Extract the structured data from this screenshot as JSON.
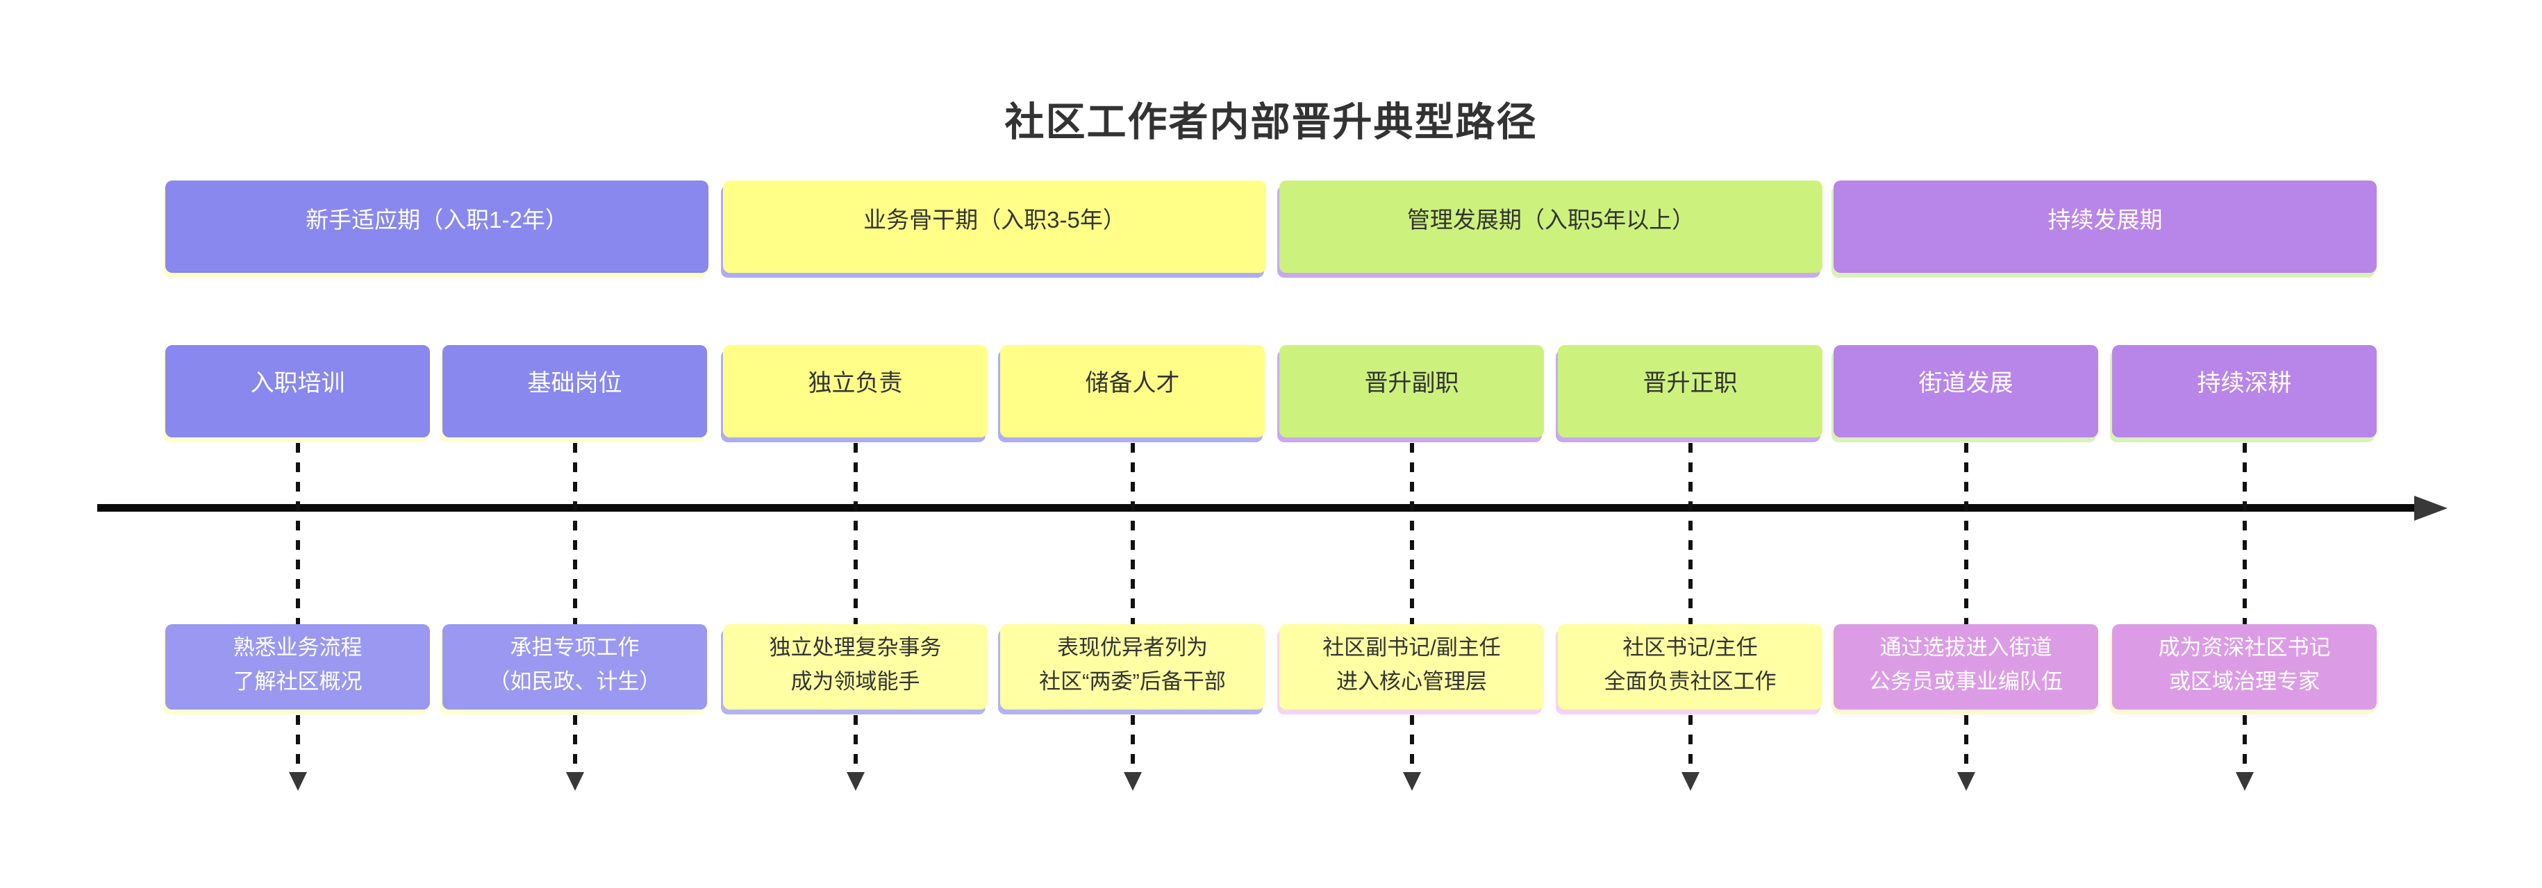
{
  "title": "社区工作者内部晋升典型路径",
  "phases": [
    {
      "label": "新手适应期（入职1-2年）",
      "fill": "#8888ee",
      "text": "#ffffff",
      "shadow": "#ffffcc"
    },
    {
      "label": "业务骨干期（入职3-5年）",
      "fill": "#ffff88",
      "text": "#333333",
      "shadow": "#aeadf2"
    },
    {
      "label": "管理发展期（入职5年以上）",
      "fill": "#cdf17d",
      "text": "#333333",
      "shadow": "#c9a9ee"
    },
    {
      "label": "持续发展期",
      "fill": "#b885e9",
      "text": "#ffffff",
      "shadow": "#d9f2b9"
    }
  ],
  "stages": [
    {
      "label": "入职培训",
      "fill": "#8888ee",
      "text": "#ffffff",
      "shadow": "#ffffcc"
    },
    {
      "label": "基础岗位",
      "fill": "#8888ee",
      "text": "#ffffff",
      "shadow": "#ffffcc"
    },
    {
      "label": "独立负责",
      "fill": "#ffff88",
      "text": "#333333",
      "shadow": "#aeadf2"
    },
    {
      "label": "储备人才",
      "fill": "#ffff88",
      "text": "#333333",
      "shadow": "#aeadf2"
    },
    {
      "label": "晋升副职",
      "fill": "#cdf17d",
      "text": "#333333",
      "shadow": "#c9a9ee"
    },
    {
      "label": "晋升正职",
      "fill": "#cdf17d",
      "text": "#333333",
      "shadow": "#c9a9ee"
    },
    {
      "label": "街道发展",
      "fill": "#b885e9",
      "text": "#ffffff",
      "shadow": "#d9f2b9"
    },
    {
      "label": "持续深耕",
      "fill": "#b885e9",
      "text": "#ffffff",
      "shadow": "#d9f2b9"
    }
  ],
  "descriptions": [
    {
      "line1": "熟悉业务流程",
      "line2": "了解社区概况",
      "fill": "#9a98f0",
      "text": "#ffffff",
      "shadow": "#ffffcc"
    },
    {
      "line1": "承担专项工作",
      "line2": "（如民政、计生）",
      "fill": "#9a98f0",
      "text": "#ffffff",
      "shadow": "#ffffcc"
    },
    {
      "line1": "独立处理复杂事务",
      "line2": "成为领域能手",
      "fill": "#ffffa3",
      "text": "#333333",
      "shadow": "#b3b2f3"
    },
    {
      "line1": "表现优异者列为",
      "line2": "社区“两委”后备干部",
      "fill": "#ffffa3",
      "text": "#333333",
      "shadow": "#b3b2f3"
    },
    {
      "line1": "社区副书记/副主任",
      "line2": "进入核心管理层",
      "fill": "#ffffa3",
      "text": "#333333",
      "shadow": "#f7d2f3"
    },
    {
      "line1": "社区书记/主任",
      "line2": "全面负责社区工作",
      "fill": "#ffffa3",
      "text": "#333333",
      "shadow": "#f7d2f3"
    },
    {
      "line1": "通过选拔进入街道",
      "line2": "公务员或事业编队伍",
      "fill": "#db9ce5",
      "text": "#ffffff",
      "shadow": "#fff8d0"
    },
    {
      "line1": "成为资深社区书记",
      "line2": "或区域治理专家",
      "fill": "#db9ce5",
      "text": "#ffffff",
      "shadow": "#fff8d0"
    }
  ],
  "axis_color": "#0a0a0a",
  "arrowhead_color": "#383838"
}
